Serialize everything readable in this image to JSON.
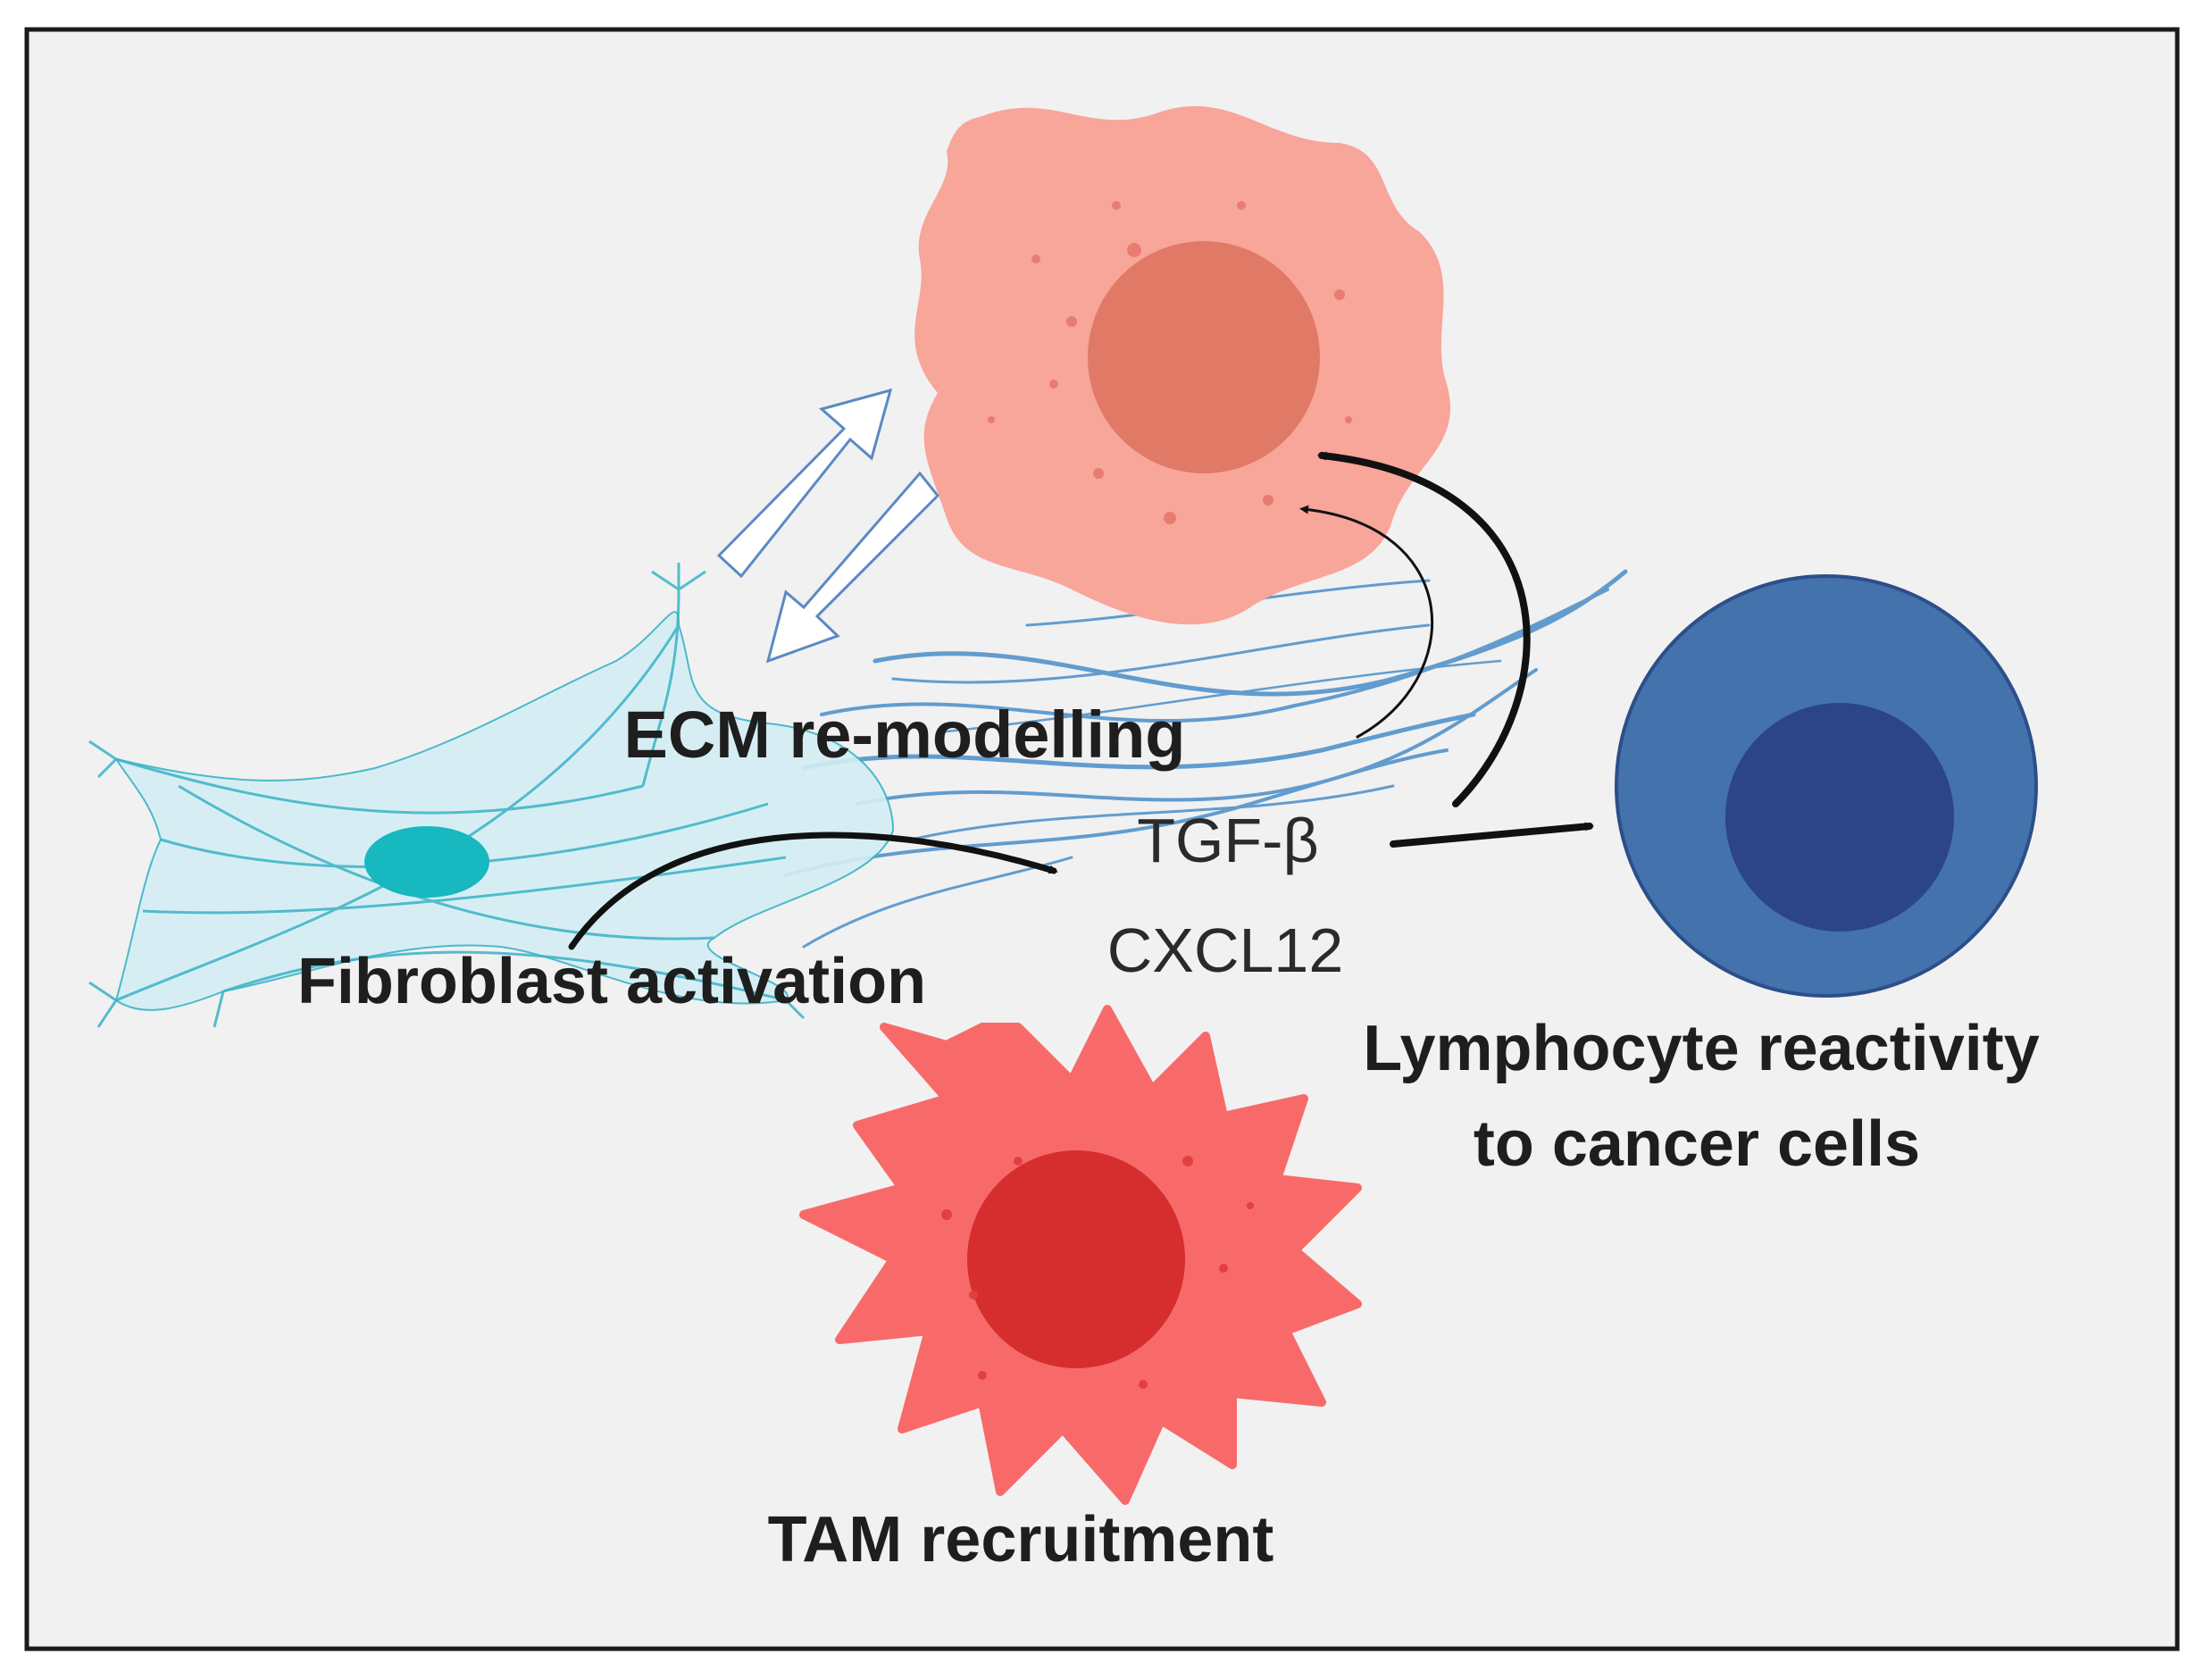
{
  "labels": {
    "ecm": "ECM re-modelling",
    "tgf": "TGF-β",
    "cxcl": "CXCL12",
    "fibroblast": "Fibroblast activation",
    "lymphocyte_line1": "Lymphocyte reactivity",
    "lymphocyte_line2": "to cancer cells",
    "tam": "TAM recruitment"
  },
  "colors": {
    "panel_background": "#f1f1f1",
    "cancer_cell": "#f8a59a",
    "cancer_nucleus": "#e07a66",
    "fibroblast": "#d4eef4",
    "fibroblast_strands": "#3ab3c7",
    "fibroblast_nucleus": "#17b8c0",
    "ecm_fibers": "#4a8ec9",
    "lymphocyte": "#4372ad",
    "lymphocyte_nucleus": "#2c4587",
    "tam_cell": "#f86a6a",
    "tam_nucleus": "#d62e2e",
    "arrows": "#111111",
    "hollow_arrows": "#5a8ac4"
  },
  "icons": [
    "cancer-cell-icon",
    "fibroblast-icon",
    "ecm-fibers-icon",
    "lymphocyte-icon",
    "tam-macrophage-icon"
  ]
}
